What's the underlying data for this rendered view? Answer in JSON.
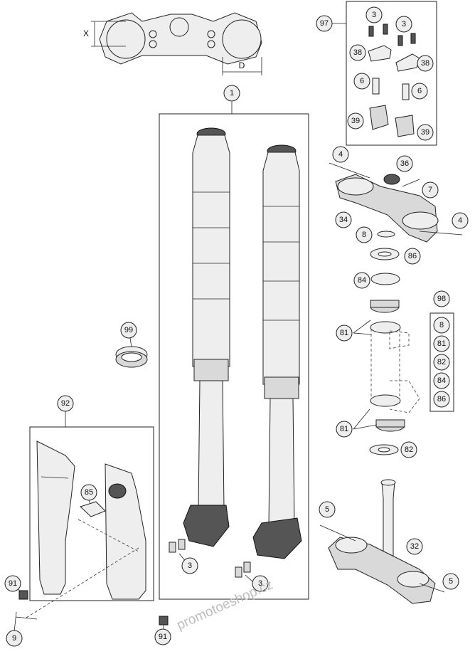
{
  "callouts": {
    "c1": "1",
    "c3a": "3",
    "c3b": "3",
    "c3c": "3",
    "c3d": "3",
    "c4a": "4",
    "c4b": "4",
    "c5a": "5",
    "c5b": "5",
    "c6a": "6",
    "c6b": "6",
    "c7": "7",
    "c8": "8",
    "c9": "9",
    "c32": "32",
    "c34": "34",
    "c36": "36",
    "c38a": "38",
    "c38b": "38",
    "c39a": "39",
    "c39b": "39",
    "c81a": "81",
    "c81b": "81",
    "c82": "82",
    "c84": "84",
    "c85": "85",
    "c86": "86",
    "c91a": "91",
    "c91b": "91",
    "c92": "92",
    "c97": "97",
    "c98": "98",
    "c99": "99"
  },
  "kit98": [
    "8",
    "81",
    "82",
    "84",
    "86"
  ],
  "dimensions": {
    "x": "X",
    "d": "D"
  },
  "watermark": "promotoeshop.cz"
}
